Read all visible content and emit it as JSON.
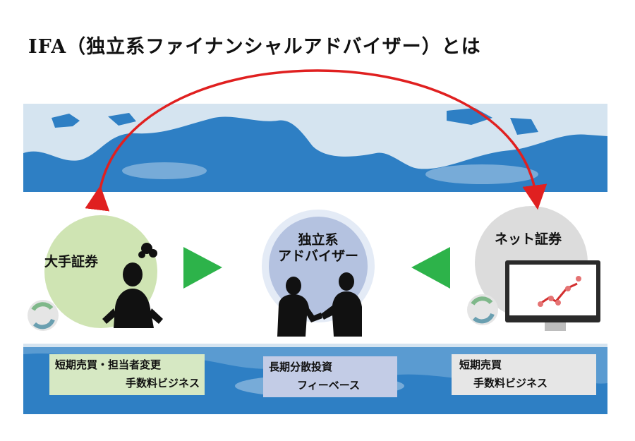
{
  "title": "IFA（独立系ファイナンシャルアドバイザー）とは",
  "nodes": {
    "left": {
      "label": "大手証券",
      "desc_line1": "短期売買・担当者変更",
      "desc_line2": "手数料ビジネス"
    },
    "center": {
      "label_line1": "独立系",
      "label_line2": "アドバイザー",
      "desc_line1": "長期分散投資",
      "desc_line2": "フィーベース"
    },
    "right": {
      "label": "ネット証券",
      "desc_line1": "短期売買",
      "desc_line2": "手数料ビジネス"
    }
  },
  "colors": {
    "left_circle": "#cfe4b3",
    "center_circle": "#b4c2e0",
    "right_circle": "#dcdcdc",
    "left_box": "#d6e8c3",
    "center_box": "#c3cce6",
    "right_box": "#e6e6e6",
    "green_arrow": "#2db34a",
    "red_arc": "#e02020",
    "map_sea": "#cfe0ee",
    "map_land": "#2e7fc4"
  },
  "icons": [
    "worried-businessman-icon",
    "handshake-icon",
    "computer-monitor-chart-icon",
    "recycle-arrows-icon"
  ]
}
